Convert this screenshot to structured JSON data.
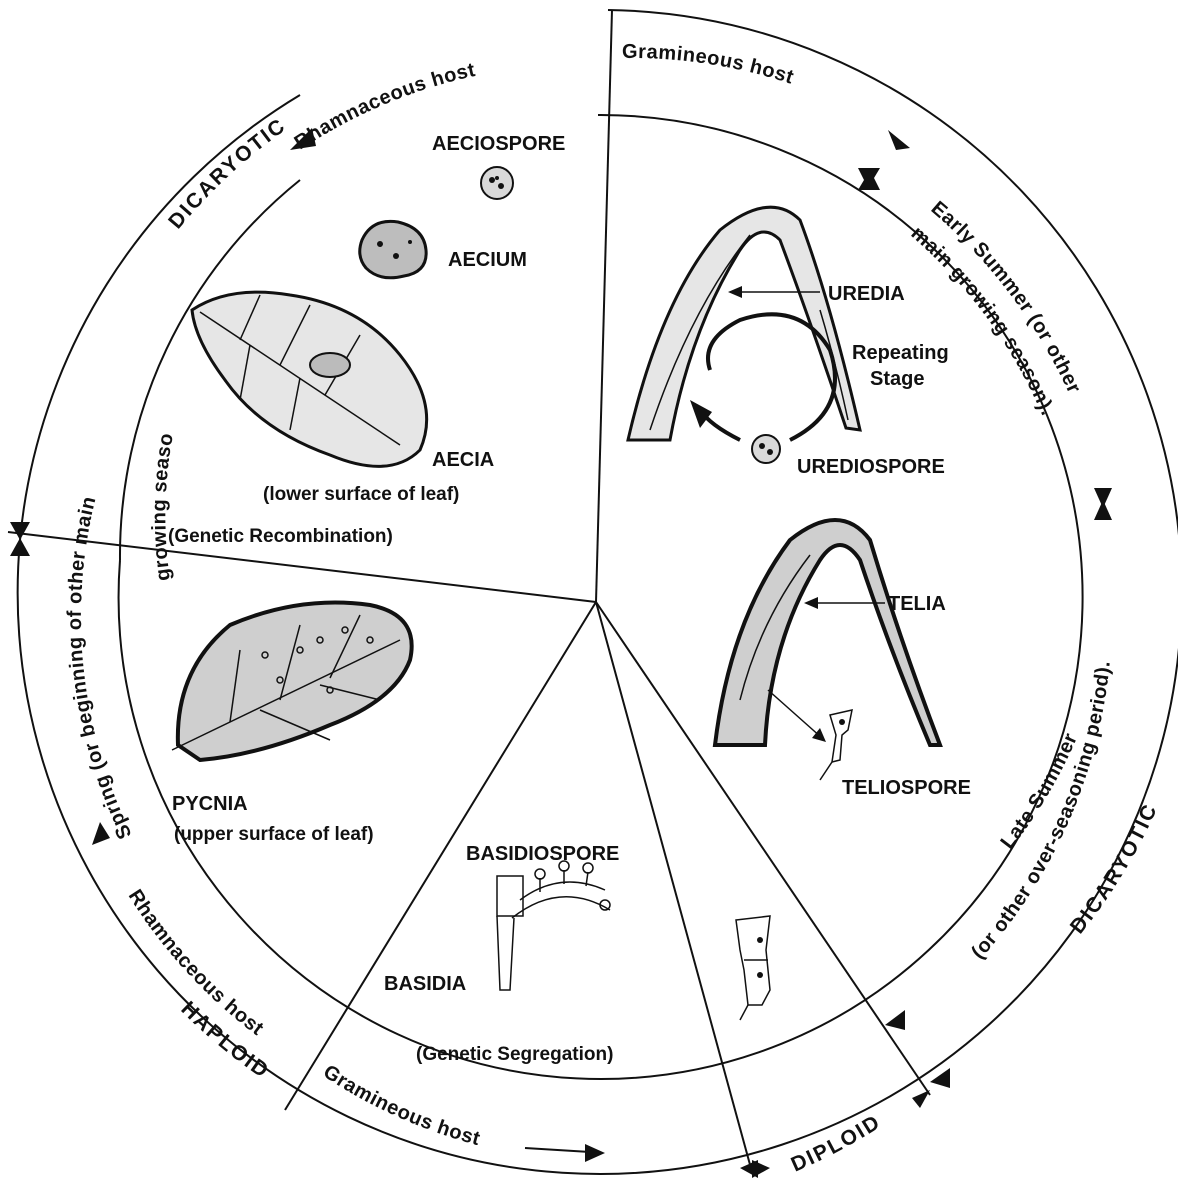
{
  "ring": {
    "rhamnaceous_host_top": "Rhamnaceous host",
    "gramineous_host_top": "Gramineous host",
    "dicaryotic_top": "DICARYOTIC",
    "early_summer_1": "Early Summer (or other",
    "early_summer_2": "main growing season).",
    "late_summer_1": "Late Summer",
    "late_summer_2": "(or other over-seasoning period).",
    "dicaryotic_right": "DICARYOTIC",
    "diploid": "DIPLOID",
    "gramineous_host_bottom": "Gramineous host",
    "haploid": "HAPLOID",
    "rhamnaceous_host_bottom": "Rhamnaceous host",
    "spring_1": "Spring (or beginning of other main",
    "spring_2": "growing season)."
  },
  "stages": {
    "aeciospore": "AECIOSPORE",
    "aecium": "AECIUM",
    "aecia": "AECIA",
    "aecia_note": "(lower surface of leaf)",
    "genetic_recombination": "(Genetic  Recombination)",
    "uredia": "UREDIA",
    "repeating_1": "Repeating",
    "repeating_2": "Stage",
    "urediospore": "UREDIOSPORE",
    "telia": "TELIA",
    "teliospore": "TELIOSPORE",
    "pycnia": "PYCNIA",
    "pycnia_note": "(upper surface of leaf)",
    "basidiospore": "BASIDIOSPORE",
    "basidia": "BASIDIA",
    "genetic_segregation": "(Genetic Segregation)"
  }
}
